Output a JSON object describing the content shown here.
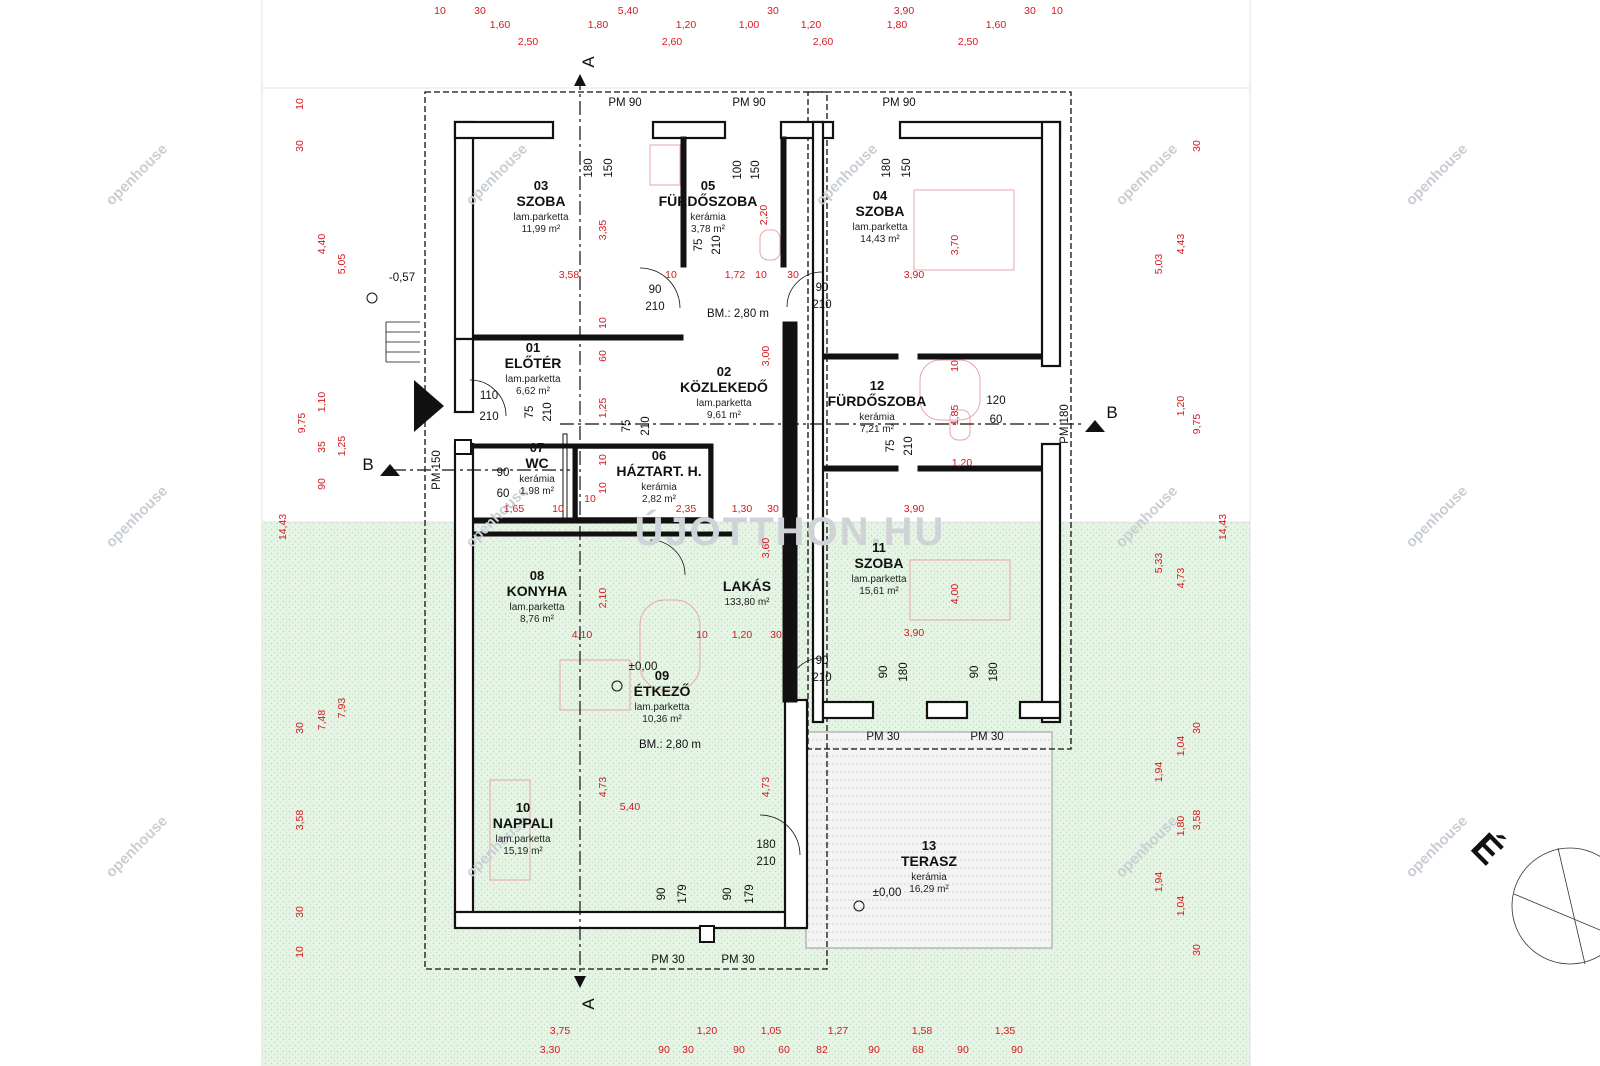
{
  "rooms": [
    {
      "num": "03",
      "name": "SZOBA",
      "floor": "lam.parketta",
      "area": "11,99 m²"
    },
    {
      "num": "05",
      "name": "FÜRDŐSZOBA",
      "floor": "kerámia",
      "area": "3,78 m²"
    },
    {
      "num": "04",
      "name": "SZOBA",
      "floor": "lam.parketta",
      "area": "14,43 m²"
    },
    {
      "num": "01",
      "name": "ELŐTÉR",
      "floor": "lam.parketta",
      "area": "6,62 m²"
    },
    {
      "num": "02",
      "name": "KÖZLEKEDŐ",
      "floor": "lam.parketta",
      "area": "9,61 m²"
    },
    {
      "num": "12",
      "name": "FÜRDŐSZOBA",
      "floor": "kerámia",
      "area": "7,21 m²"
    },
    {
      "num": "07",
      "name": "WC",
      "floor": "kerámia",
      "area": "1,98 m²"
    },
    {
      "num": "06",
      "name": "HÁZTART. H.",
      "floor": "kerámia",
      "area": "2,82 m²"
    },
    {
      "num": "08",
      "name": "KONYHA",
      "floor": "lam.parketta",
      "area": "8,76 m²"
    },
    {
      "num": "11",
      "name": "SZOBA",
      "floor": "lam.parketta",
      "area": "15,61 m²"
    },
    {
      "num": "09",
      "name": "ÉTKEZŐ",
      "floor": "lam.parketta",
      "area": "10,36 m²"
    },
    {
      "num": "10",
      "name": "NAPPALI",
      "floor": "lam.parketta",
      "area": "15,19 m²"
    },
    {
      "num": "13",
      "name": "TERASZ",
      "floor": "kerámia",
      "area": "16,29 m²"
    }
  ],
  "apartment": {
    "name": "LAKÁS",
    "area": "133,80 m²"
  },
  "ceiling": [
    "BM.: 2,80 m",
    "BM.: 2,80 m"
  ],
  "levels": [
    "-0,57",
    "±0,00",
    "±0,00"
  ],
  "sections": [
    "A",
    "A",
    "B",
    "B"
  ],
  "north": "É",
  "watermark": {
    "brand": "openhouse",
    "site": "ÚJOTTHON.HU"
  },
  "colors": {
    "wall": "#111111",
    "dim": "#d4181e",
    "green": "#e4f3e4",
    "wm": "#c9ced3"
  },
  "labels_black": [
    "PM 90",
    "PM 90",
    "PM 90",
    "PM 30",
    "PM 30",
    "PM 30",
    "PM 30",
    "PM 150",
    "PM 180",
    "180",
    "150",
    "100",
    "150",
    "180",
    "150",
    "75",
    "210",
    "90",
    "210",
    "90",
    "210",
    "110",
    "210",
    "75",
    "210",
    "75",
    "210",
    "120",
    "60",
    "75",
    "210",
    "90",
    "60",
    "90",
    "210",
    "90",
    "180",
    "90",
    "180",
    "180",
    "210",
    "90",
    "179",
    "90",
    "179"
  ],
  "labels_red": [
    "10",
    "30",
    "5,40",
    "30",
    "3,90",
    "30",
    "10",
    "1,60",
    "1,80",
    "1,20",
    "1,00",
    "1,20",
    "1,80",
    "1,60",
    "2,50",
    "2,60",
    "2,60",
    "2,50",
    "3,35",
    "2,20",
    "3,70",
    "3,58",
    "10",
    "1,72",
    "10",
    "30",
    "3,90",
    "10",
    "60",
    "3,00",
    "10",
    "1,25",
    "1,85",
    "10",
    "10",
    "1,20",
    "10",
    "1,65",
    "10",
    "2,35",
    "1,30",
    "30",
    "3,60",
    "3,90",
    "2,10",
    "4,00",
    "4,10",
    "10",
    "1,20",
    "30",
    "3,90",
    "4,73",
    "5,40",
    "4,73",
    "10",
    "30",
    "4,40",
    "5,05",
    "1,10",
    "9,75",
    "35",
    "1,25",
    "90",
    "14,43",
    "30",
    "7,48",
    "7,93",
    "3,58",
    "30",
    "10",
    "30",
    "5,03",
    "4,43",
    "1,20",
    "9,75",
    "5,33",
    "4,73",
    "14,43",
    "30",
    "1,04",
    "1,94",
    "1,80",
    "3,58",
    "1,94",
    "1,04",
    "30",
    "3,75",
    "1,20",
    "1,05",
    "1,27",
    "1,58",
    "1,35",
    "3,30",
    "90",
    "30",
    "90",
    "60",
    "82",
    "90",
    "68",
    "90",
    "90"
  ]
}
